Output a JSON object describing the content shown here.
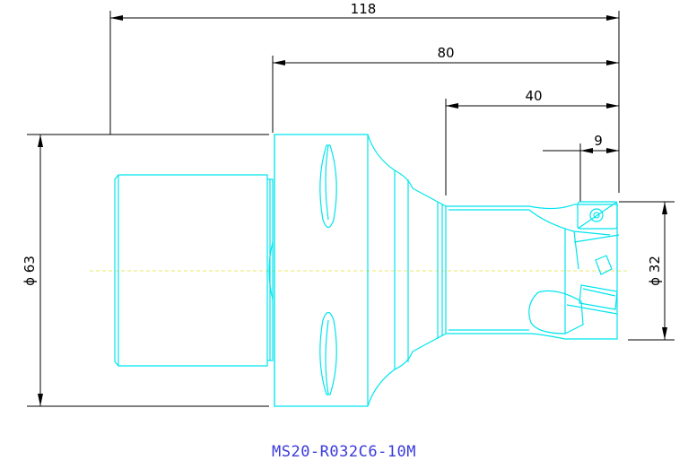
{
  "drawing": {
    "model": "MS20-R032C6-10M",
    "dimensions": {
      "overall_length": "118",
      "body_length": "80",
      "neck_length": "40",
      "insert_length": "9",
      "shank_diameter": "ϕ 63",
      "cutter_diameter": "ϕ 32"
    },
    "colors": {
      "outline": "#00e5ee",
      "dimension": "#000000",
      "centerline": "#e8e860",
      "label": "#3a3adf"
    }
  }
}
